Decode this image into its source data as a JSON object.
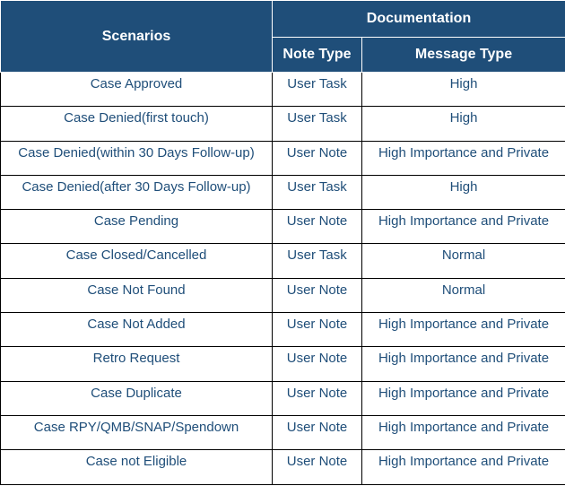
{
  "headers": {
    "scenarios": "Scenarios",
    "documentation": "Documentation",
    "note_type": "Note Type",
    "message_type": "Message Type"
  },
  "rows": [
    {
      "scenario": "Case Approved",
      "note_type": "User Task",
      "message_type": "High"
    },
    {
      "scenario": "Case Denied(first touch)",
      "note_type": "User Task",
      "message_type": "High"
    },
    {
      "scenario": "Case Denied(within 30 Days Follow-up)",
      "note_type": "User Note",
      "message_type": "High Importance and Private"
    },
    {
      "scenario": "Case Denied(after 30 Days Follow-up)",
      "note_type": "User Task",
      "message_type": "High"
    },
    {
      "scenario": "Case Pending",
      "note_type": "User Note",
      "message_type": "High Importance and Private"
    },
    {
      "scenario": "Case Closed/Cancelled",
      "note_type": "User Task",
      "message_type": "Normal"
    },
    {
      "scenario": "Case Not Found",
      "note_type": "User Note",
      "message_type": "Normal"
    },
    {
      "scenario": "Case Not Added",
      "note_type": "User Note",
      "message_type": "High Importance and Private"
    },
    {
      "scenario": "Retro Request",
      "note_type": "User Note",
      "message_type": "High Importance and Private"
    },
    {
      "scenario": "Case Duplicate",
      "note_type": "User Note",
      "message_type": "High Importance and Private"
    },
    {
      "scenario": "Case RPY/QMB/SNAP/Spendown",
      "note_type": "User Note",
      "message_type": "High Importance and Private"
    },
    {
      "scenario": "Case not Eligible",
      "note_type": "User Note",
      "message_type": "High Importance and Private"
    }
  ],
  "colors": {
    "header_bg": "#1f4e79",
    "header_text": "#ffffff",
    "cell_text": "#1f4e79"
  }
}
